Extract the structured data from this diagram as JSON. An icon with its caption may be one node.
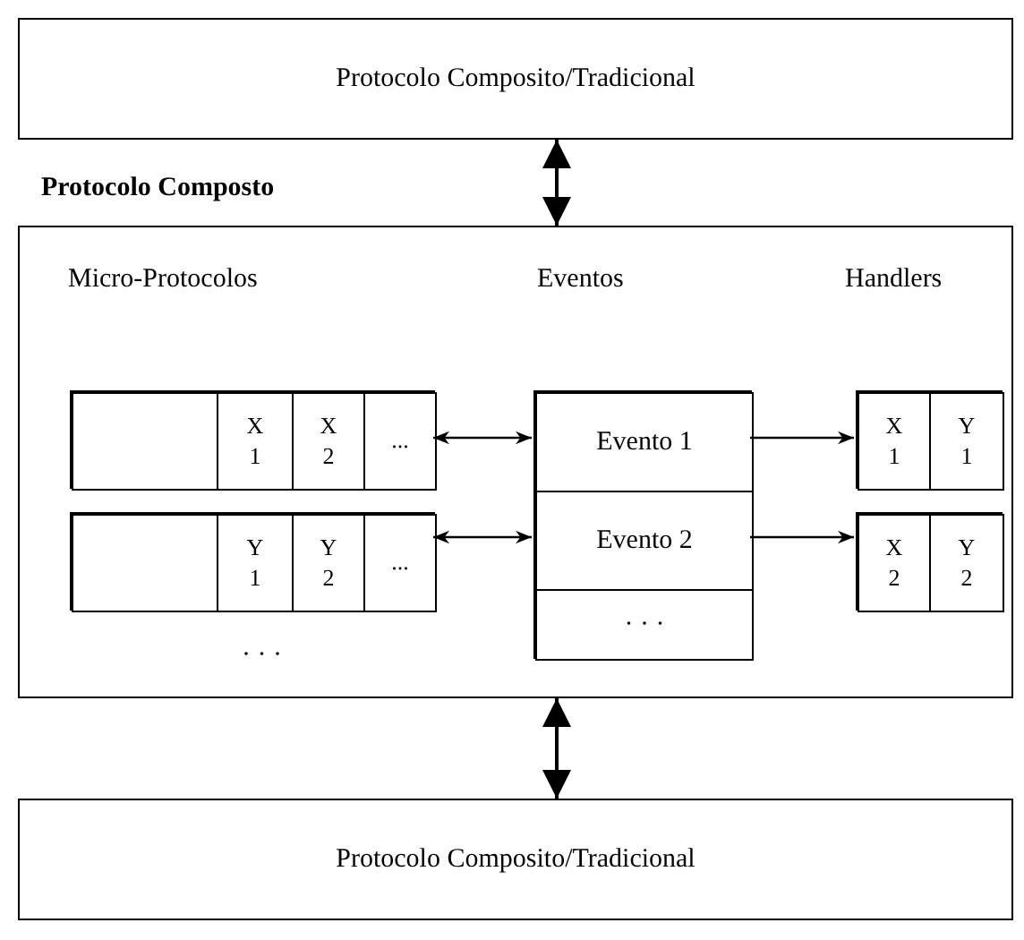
{
  "diagram": {
    "nodes": [
      {
        "text": [
          "Protocolo Composito/Tradicional"
        ]
      },
      {
        "text": [
          "Protocolo Composto"
        ]
      },
      {
        "text": [],
        "shape": "box",
        "in": 1
      },
      {
        "text": [],
        "shape": "box",
        "in": 2
      },
      {
        "text": [
          "X 1"
        ],
        "in": 2
      },
      {
        "text": [
          "X 2"
        ],
        "in": 2
      },
      {
        "text": [
          "..."
        ],
        "in": 2
      },
      {
        "text": [],
        "shape": "box",
        "in": 1
      },
      {
        "text": [],
        "shape": "box",
        "in": 7
      },
      {
        "text": [
          "Y 1"
        ],
        "in": 7
      },
      {
        "text": [
          "Y 2"
        ],
        "in": 7
      },
      {
        "text": [
          "..."
        ],
        "in": 7
      },
      {
        "text": [],
        "shape": "box",
        "in": 1
      },
      {
        "text": [
          "Evento 1"
        ],
        "in": 12
      },
      {
        "text": [
          "Evento 2"
        ],
        "in": 12
      },
      {
        "text": [
          "· · ·"
        ],
        "in": 12
      },
      {
        "text": [],
        "shape": "box",
        "in": 1
      },
      {
        "text": [
          "X 1"
        ],
        "in": 16
      },
      {
        "text": [
          "Y 1"
        ],
        "in": 16
      },
      {
        "text": [],
        "shape": "box",
        "in": 1
      },
      {
        "text": [
          "X 2"
        ],
        "in": 19
      },
      {
        "text": [
          "Y 2"
        ],
        "in": 19
      },
      {
        "text": [
          "Protocolo Composito/Tradicional"
        ]
      }
    ],
    "edges": [
      {
        "from": 0,
        "to": 1,
        "arrow": "both"
      },
      {
        "from": 2,
        "to": 13,
        "arrow": "both"
      },
      {
        "from": 7,
        "to": 14,
        "arrow": "both"
      },
      {
        "from": 13,
        "to": 16,
        "arrow": "to"
      },
      {
        "from": 14,
        "to": 19,
        "arrow": "to"
      },
      {
        "from": 1,
        "to": 22,
        "arrow": "both"
      }
    ],
    "labels": [
      "Micro-Protocolos",
      "Eventos",
      "Handlers",
      "· · ·"
    ]
  }
}
